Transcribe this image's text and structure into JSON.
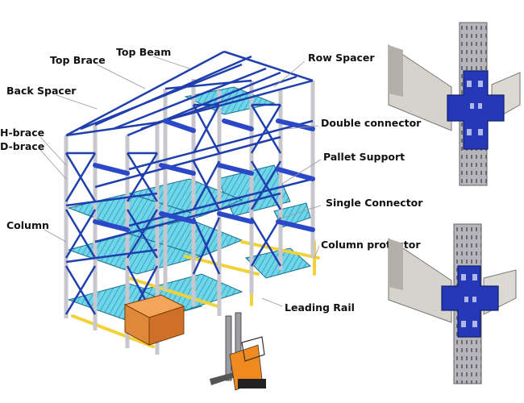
{
  "labels": {
    "top_brace": "Top Brace",
    "top_beam": "Top Beam",
    "row_spacer": "Row Spacer",
    "back_spacer": "Back Spacer",
    "double_connector": "Double connector",
    "h_brace": "H-brace",
    "d_brace": "D-brace",
    "pallet_support": "Pallet Support",
    "single_connector": "Single Connector",
    "column": "Column",
    "column_protector": "Column protector",
    "leading_rail": "Leading Rail"
  },
  "colors": {
    "frame_blue": "#1f3fae",
    "column_grey": "#c9c9cf",
    "pallet_cyan": "#5ad0e6",
    "rail_yellow": "#f2d23a",
    "box_orange": "#e0883a",
    "forklift_orange": "#f08a1e"
  }
}
